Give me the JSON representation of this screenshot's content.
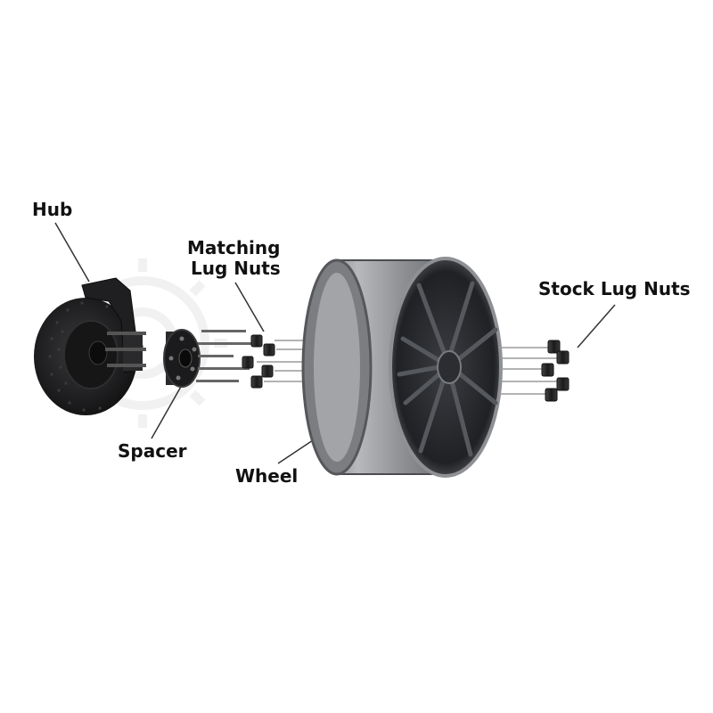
{
  "labels": {
    "hub": "Hub",
    "matching_lug_nuts_line1": "Matching",
    "matching_lug_nuts_line2": "Lug Nuts",
    "stock_lug_nuts": "Stock Lug Nuts",
    "spacer": "Spacer",
    "wheel": "Wheel"
  },
  "watermark": {
    "logo_icon": "gear-wheel-icon",
    "text": "",
    "subtext": ""
  },
  "colors": {
    "label_text": "#111111",
    "leader_line": "#333333",
    "rotor_dark": "#1c1c1e",
    "wheel_silver": "#8a8c90",
    "spoke_dark": "#2a2b2e"
  }
}
